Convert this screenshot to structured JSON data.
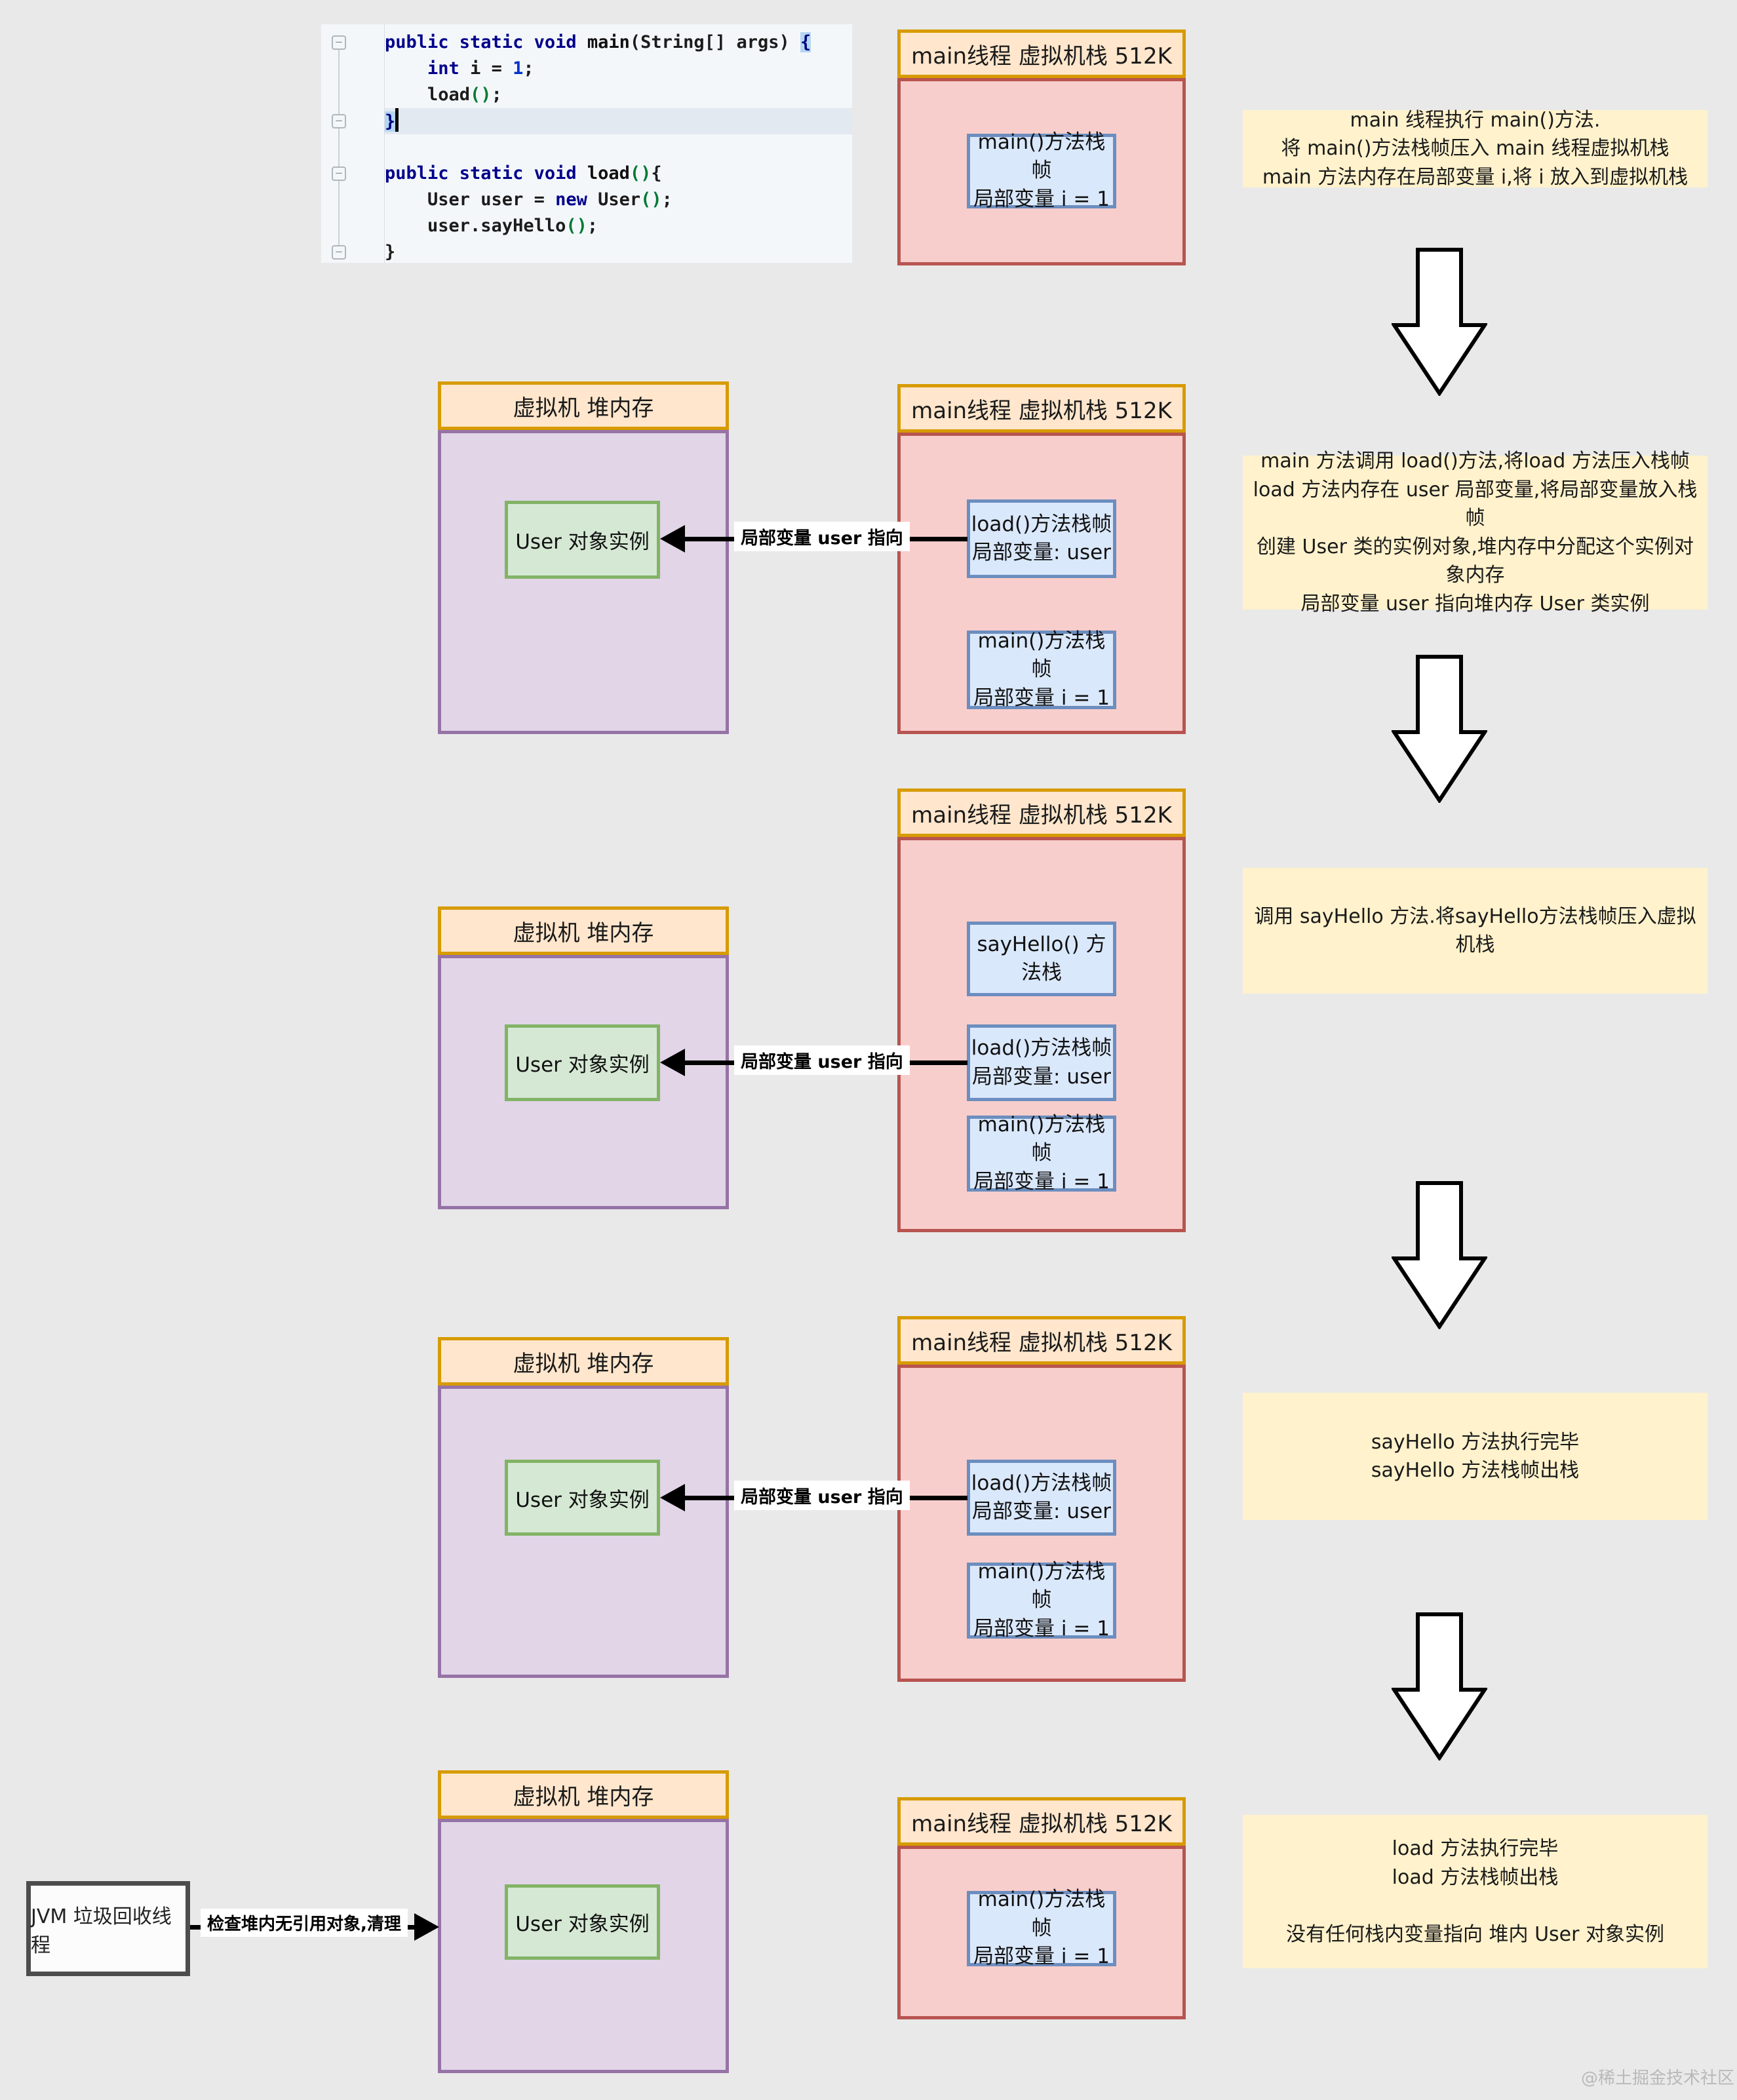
{
  "watermark": "@稀土掘金技术社区",
  "titles": {
    "stack": "main线程 虚拟机栈  512K",
    "heap": "虚拟机 堆内存"
  },
  "frames": {
    "main": "main()方法栈帧\n局部变量 i = 1",
    "load": "load()方法栈帧\n局部变量: user",
    "sayhello": "sayHello() 方法栈"
  },
  "heap_object": "User 对象实例",
  "pointer_label": "局部变量 user 指向",
  "notes": {
    "step1": "main 线程执行 main()方法.\n将 main()方法栈帧压入 main 线程虚拟机栈\nmain 方法内存在局部变量 i,将 i 放入到虚拟机栈",
    "step2": "main 方法调用 load()方法,将load 方法压入栈帧\nload 方法内存在 user 局部变量,将局部变量放入栈帧\n创建 User 类的实例对象,堆内存中分配这个实例对象内存\n局部变量 user 指向堆内存 User 类实例",
    "step3": "调用 sayHello 方法.将sayHello方法栈帧压入虚拟机栈",
    "step4": "sayHello 方法执行完毕\nsayHello 方法栈帧出栈",
    "step5": "load 方法执行完毕\nload 方法栈帧出栈\n\n没有任何栈内变量指向 堆内 User 对象实例"
  },
  "gc": {
    "thread": "JVM 垃圾回收线程",
    "action": "检查堆内无引用对象,清理"
  },
  "code": {
    "lines": [
      {
        "fold": true,
        "hl": false,
        "tokens": [
          {
            "c": "kw",
            "t": "public static void "
          },
          {
            "c": "fn",
            "t": "main"
          },
          {
            "c": "pl",
            "t": "(String[] args) "
          },
          {
            "c": "sel",
            "t": "{"
          }
        ]
      },
      {
        "fold": false,
        "hl": false,
        "tokens": [
          {
            "c": "pl",
            "t": "    "
          },
          {
            "c": "kw",
            "t": "int "
          },
          {
            "c": "pl",
            "t": "i = "
          },
          {
            "c": "num",
            "t": "1"
          },
          {
            "c": "pl",
            "t": ";"
          }
        ]
      },
      {
        "fold": false,
        "hl": false,
        "tokens": [
          {
            "c": "pl",
            "t": "    load"
          },
          {
            "c": "par",
            "t": "()"
          },
          {
            "c": "pl",
            "t": ";"
          }
        ]
      },
      {
        "fold": true,
        "hl": true,
        "cursor": true,
        "tokens": [
          {
            "c": "sel",
            "t": "}"
          }
        ]
      },
      {
        "fold": false,
        "hl": false,
        "tokens": []
      },
      {
        "fold": true,
        "hl": false,
        "tokens": [
          {
            "c": "kw",
            "t": "public static void "
          },
          {
            "c": "fn",
            "t": "load"
          },
          {
            "c": "par",
            "t": "()"
          },
          {
            "c": "pl",
            "t": "{"
          }
        ]
      },
      {
        "fold": false,
        "hl": false,
        "tokens": [
          {
            "c": "pl",
            "t": "    User user = "
          },
          {
            "c": "kw",
            "t": "new "
          },
          {
            "c": "pl",
            "t": "User"
          },
          {
            "c": "par",
            "t": "()"
          },
          {
            "c": "pl",
            "t": ";"
          }
        ]
      },
      {
        "fold": false,
        "hl": false,
        "tokens": [
          {
            "c": "pl",
            "t": "    user.sayHello"
          },
          {
            "c": "par",
            "t": "()"
          },
          {
            "c": "pl",
            "t": ";"
          }
        ]
      },
      {
        "fold": true,
        "hl": false,
        "tokens": [
          {
            "c": "pl",
            "t": "}"
          }
        ]
      }
    ]
  }
}
